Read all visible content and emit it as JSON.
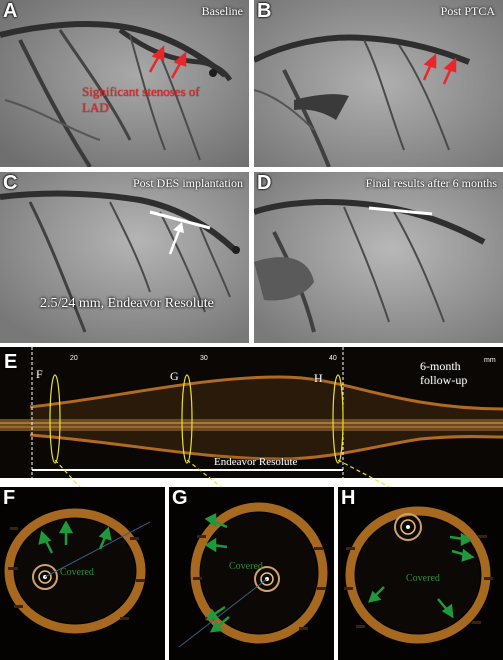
{
  "panels": {
    "a": {
      "letter": "A",
      "caption": "Baseline",
      "annotation": "Significant stenoses of LAD"
    },
    "b": {
      "letter": "B",
      "caption": "Post PTCA"
    },
    "c": {
      "letter": "C",
      "caption": "Post DES implantation",
      "annotation": "2.5/24 mm, Endeavor Resolute"
    },
    "d": {
      "letter": "D",
      "caption": "Final results after 6 months"
    },
    "e": {
      "letter": "E",
      "caption": "6-month follow-up",
      "unit": "mm",
      "ticks": [
        "20",
        "30",
        "40"
      ],
      "markers": [
        "F",
        "G",
        "H"
      ],
      "stent_label": "Endeavor Resolute"
    },
    "f": {
      "letter": "F",
      "annotation": "Covered"
    },
    "g": {
      "letter": "G",
      "annotation": "Covered"
    },
    "h": {
      "letter": "H",
      "annotation": "Covered"
    }
  },
  "colors": {
    "arrow_red": "#e8272a",
    "arrow_green": "#1e9a3c",
    "marker_yellow": "#e6e22a",
    "tissue_orange": "#d98a2a"
  }
}
